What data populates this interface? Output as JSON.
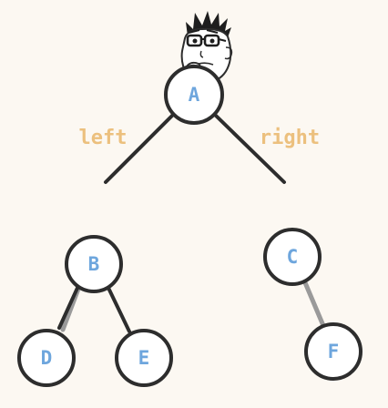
{
  "tree": {
    "root": {
      "label": "A"
    },
    "edge_labels": {
      "left": "left",
      "right": "right"
    },
    "left_subtree": {
      "root": {
        "label": "B"
      },
      "children": [
        {
          "label": "D"
        },
        {
          "label": "E"
        }
      ]
    },
    "right_subtree": {
      "root": {
        "label": "C"
      },
      "children": [
        {
          "label": "F"
        }
      ]
    }
  },
  "colors": {
    "node_text": "#6ea6dd",
    "edge_label": "#ecc07e",
    "stroke": "#2d2d2d",
    "background": "#fcf8f2"
  },
  "icons": {
    "mascot": "thinking-person-icon"
  }
}
